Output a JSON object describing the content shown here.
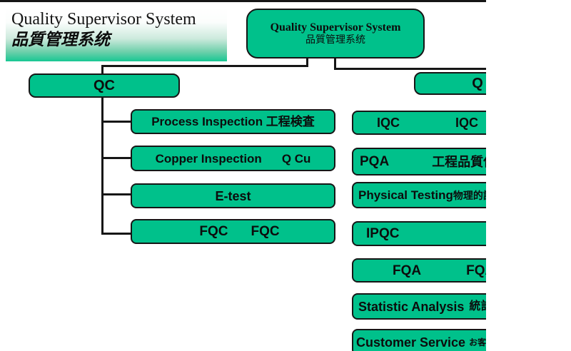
{
  "colors": {
    "box_fill": "#00C18B",
    "line": "#161616",
    "banner_green": "#17c793"
  },
  "banner": {
    "title_en": "Quality Supervisor System",
    "title_jp": "品質管理系统"
  },
  "root": {
    "title_en": "Quality Supervisor System",
    "title_jp": "品質管理系统"
  },
  "qc_branch": {
    "header": "QC",
    "items": [
      {
        "text": "Process Inspection 工程検査"
      },
      {
        "left": "Copper Inspection",
        "right": "Q Cu"
      },
      {
        "text": "E-test"
      },
      {
        "left": "FQC",
        "right": "FQC"
      }
    ]
  },
  "qa_branch": {
    "header": "Q",
    "items": [
      {
        "left": "IQC",
        "right": "IQC"
      },
      {
        "left": "PQA",
        "right": "工程品質保"
      },
      {
        "en": "Physical Testing",
        "jp": "物理的試"
      },
      {
        "left": "IPQC"
      },
      {
        "left": "FQA",
        "right": "FQA"
      },
      {
        "en": "Statistic Analysis",
        "jp": "統計"
      },
      {
        "en": "Customer Service",
        "jp": "お客サー"
      }
    ]
  }
}
